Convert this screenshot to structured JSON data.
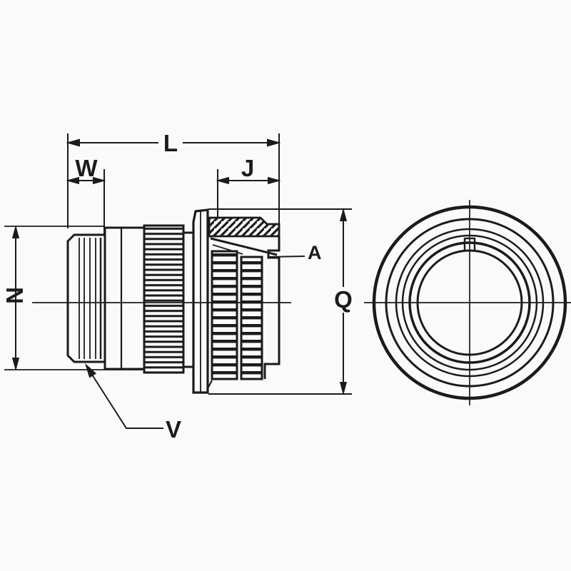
{
  "page": {
    "background_color": "#fafafa",
    "ink_color": "#1b1b1b"
  },
  "drawing": {
    "type": "technical-line-drawing",
    "views": {
      "side_view": "connector-side-profile",
      "end_view": "connector-front-concentric-rings"
    },
    "labels": {
      "L": "L",
      "W": "W",
      "J": "J",
      "N": "N",
      "Q": "Q",
      "A": "A",
      "V": "V"
    },
    "dimension_roles": {
      "L": "overall-length-dimension",
      "W": "front-thread-length-dimension",
      "J": "rear-section-length-dimension",
      "N": "barrel-diameter-dimension",
      "Q": "flange-diameter-dimension",
      "A": "gasket-callout",
      "V": "thread-callout"
    }
  }
}
